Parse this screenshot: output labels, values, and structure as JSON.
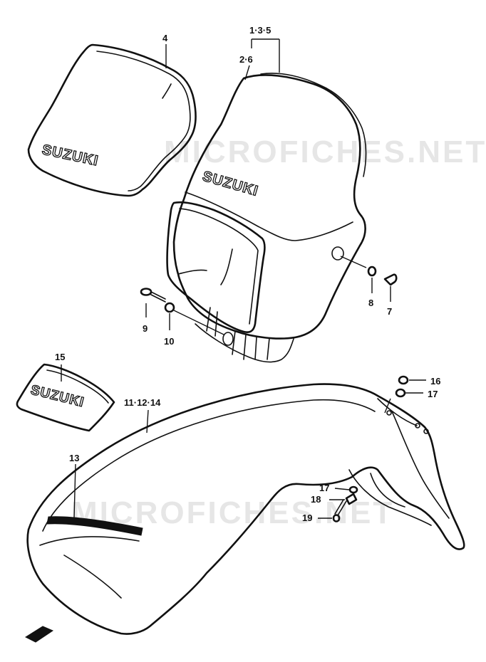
{
  "diagram": {
    "brand_text": "SUZUKI",
    "watermark_text": "MICROFICHES.NET",
    "labels": {
      "p135": "1·3·5",
      "p26": "2·6",
      "p4": "4",
      "p8": "8",
      "p7": "7",
      "p9": "9",
      "p10": "10",
      "p15": "15",
      "p111214": "11·12·14",
      "p16": "16",
      "p17a": "17",
      "p17b": "17",
      "p18": "18",
      "p19": "19",
      "p13": "13"
    }
  }
}
